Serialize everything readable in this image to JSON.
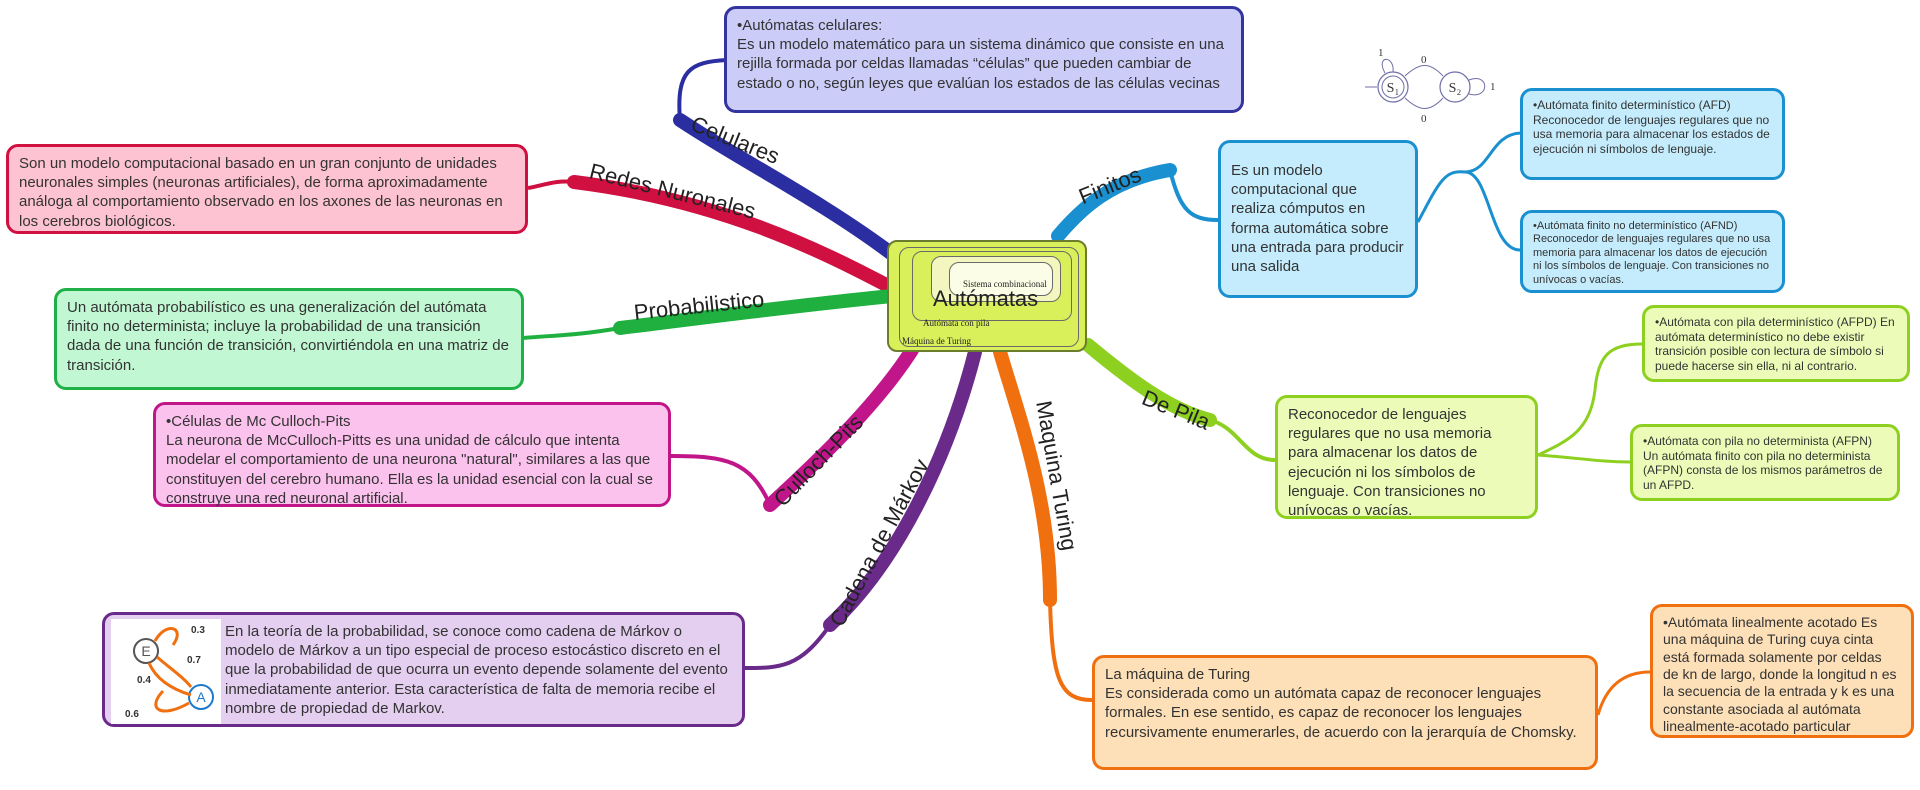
{
  "central": {
    "title": "Autómatas",
    "rings": [
      "Sistema combinacional",
      "Autómata con pila",
      "Máquina de Turing"
    ]
  },
  "branches": {
    "celulares": {
      "label": "Celulares",
      "color": "#2a2ea0",
      "heading": "•Autómatas celulares:",
      "text": "Es un modelo matemático para un sistema dinámico que consiste en una rejilla formada por celdas llamadas “células” que pueden cambiar de estado o no, según leyes que evalúan los estados de las células vecinas"
    },
    "redes": {
      "label": "Redes Nuronales",
      "color": "#cf1040",
      "text": "Son un modelo computacional basado en un gran conjunto de unidades neuronales simples (neuronas artificiales), de forma aproximadamente análoga al comportamiento observado en los axones de las neuronas en los cerebros biológicos."
    },
    "probabilistico": {
      "label": "Probabilistico",
      "color": "#1fb040",
      "text": "Un autómata probabilístico es una generalización del autómata finito no determinista; incluye la probabilidad de una transición dada de una función de transición, convirtiéndola en una matriz de transición."
    },
    "culloch": {
      "label": "Culloch-Pits",
      "color": "#c0168a",
      "heading": "•Células de Mc Culloch-Pits",
      "text": "La neurona de McCulloch-Pitts es una unidad de cálculo que intenta modelar el comportamiento de una neurona \"natural\", similares a las que constituyen del cerebro humano. Ella es la unidad esencial con la cual se construye una red neuronal artificial."
    },
    "markov": {
      "label": "Cadena de Márkov",
      "color": "#6a2a8a",
      "text": "En la teoría de la probabilidad, se conoce como cadena de Márkov o modelo de Márkov a un tipo especial de proceso estocástico discreto en el que la probabilidad de que ocurra un evento depende solamente del evento inmediatamente anterior. Esta característica de falta de memoria recibe el nombre de propiedad de Markov.",
      "diagram": {
        "states": [
          "E",
          "A"
        ],
        "probs": [
          "0.3",
          "0.7",
          "0.4",
          "0.6"
        ]
      }
    },
    "turing": {
      "label": "Maquina Turing",
      "color": "#f07010",
      "heading": "La máquina de Turing",
      "text": "Es considerada como un autómata capaz de reconocer lenguajes formales. En ese sentido, es capaz de reconocer los lenguajes recursivamente enumerarles, de acuerdo con la jerarquía de Chomsky.",
      "sub": "•Autómata linealmente acotado Es una máquina de Turing cuya cinta está formada solamente por celdas de kn de largo, donde la longitud n es la secuencia de la entrada y k es una constante asociada al autómata linealmente-acotado particular"
    },
    "pila": {
      "label": "De Pila",
      "color": "#8ed020",
      "text": "Reconocedor de lenguajes regulares que no usa memoria para almacenar los datos de ejecución ni los símbolos de lenguaje. Con transiciones no unívocas o vacías.",
      "afpd": "•Autómata con pila determinístico (AFPD) En autómata determinístico no debe existir transición posible con lectura de símbolo si puede hacerse sin ella, ni al contrario.",
      "afpn": "•Autómata con pila no determinista (AFPN) Un autómata finito con pila no determinista (AFPN) consta de los mismos parámetros de un AFPD."
    },
    "finitos": {
      "label": "Finitos",
      "color": "#1a90d0",
      "text": "Es un modelo computacional que realiza cómputos en forma automática sobre una entrada para producir una salida",
      "afd": "•Autómata finito determinístico (AFD) Reconocedor de lenguajes regulares que no usa memoria para almacenar los estados de ejecución ni símbolos de lenguaje.",
      "afnd": "•Autómata finito no determinístico (AFND) Reconocedor de lenguajes regulares que no usa memoria para almacenar los datos de ejecución ni los símbolos de lenguaje. Con transiciones no unívocas o vacías.",
      "diagram": {
        "states": [
          "S₁",
          "S₂"
        ],
        "labels": [
          "1",
          "0",
          "0",
          "1"
        ]
      }
    }
  }
}
